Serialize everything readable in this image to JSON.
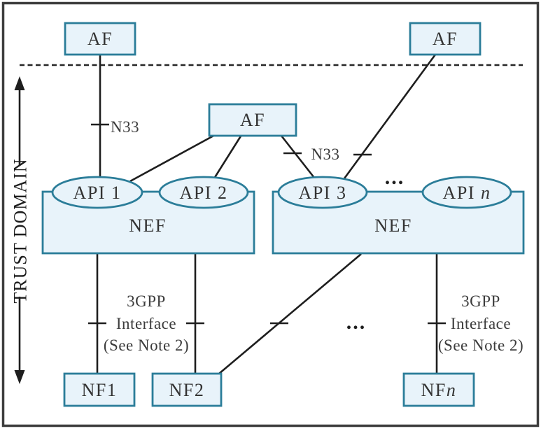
{
  "trust_domain": {
    "label": "TRUST DOMAIN"
  },
  "nodes": {
    "af_top_left": {
      "label": "AF"
    },
    "af_top_right": {
      "label": "AF"
    },
    "af_middle": {
      "label": "AF"
    },
    "nef_left": {
      "label": "NEF"
    },
    "nef_right": {
      "label": "NEF"
    },
    "api_1": {
      "label": "API 1"
    },
    "api_2": {
      "label": "API 2"
    },
    "api_3": {
      "label": "API 3"
    },
    "api_n": {
      "prefix": "API ",
      "suffix": "n"
    },
    "nf_1": {
      "label": "NF1"
    },
    "nf_2": {
      "label": "NF2"
    },
    "nf_n": {
      "prefix": "NF",
      "suffix": "n"
    }
  },
  "edge_labels": {
    "n33_left": "N33",
    "n33_middle": "N33",
    "gpp_left": {
      "line1": "3GPP",
      "line2": "Interface",
      "line3": "(See Note 2)"
    },
    "gpp_right": {
      "line1": "3GPP",
      "line2": "Interface",
      "line3": "(See Note 2)"
    }
  },
  "ellipsis": {
    "apis": "...",
    "links": "..."
  },
  "colors": {
    "node_fill": "#e8f3fa",
    "node_stroke": "#2b7d99",
    "connector": "#1e1e1e",
    "frame": "#3d3d3d",
    "text": "#333333"
  }
}
